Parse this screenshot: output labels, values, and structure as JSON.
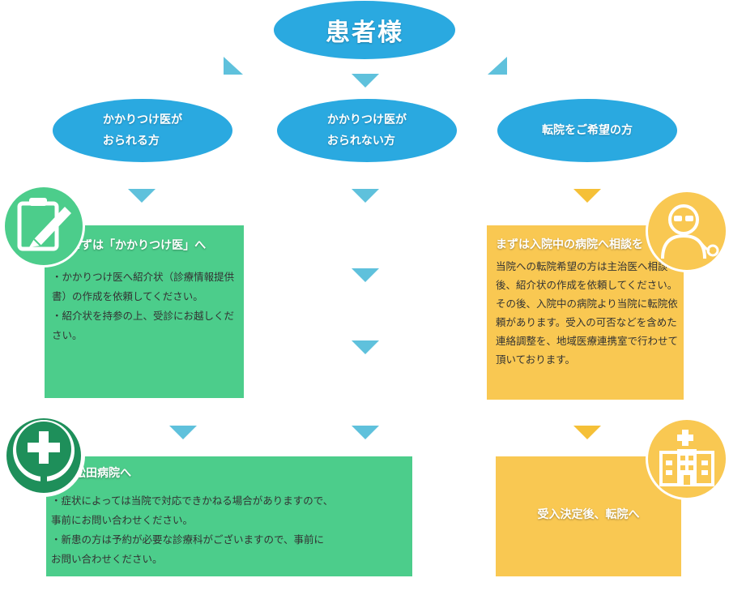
{
  "top": {
    "label": "患者様"
  },
  "branches": {
    "left": {
      "line1": "かかりつけ医が",
      "line2": "おられる方"
    },
    "middle": {
      "line1": "かかりつけ医が",
      "line2": "おられない方"
    },
    "right": {
      "line1": "転院をご希望の方"
    }
  },
  "box_left": {
    "title": "まずは「かかりつけ医」へ",
    "line1": "・かかりつけ医へ紹介状（診療情報提供書）の作成を依頼してください。",
    "line2": "・紹介状を持参の上、受診にお越しください。",
    "icon": "clipboard-pen-icon"
  },
  "box_right": {
    "title": "まずは入院中の病院へ相談を",
    "text": "当院への転院希望の方は主治医へ相談後、紹介状の作成を依頼してください。その後、入院中の病院より当院に転院依頼があります。受入の可否などを含めた連絡調整を、地域医療連携室で行わせて頂いております。",
    "icon": "doctor-icon"
  },
  "box_bottom_left": {
    "title": "松田病院へ",
    "line1": "・症状によっては当院で対応できかねる場合がありますので、",
    "line2": "事前にお問い合わせください。",
    "line3": "・新患の方は予約が必要な診療科がございますので、事前に",
    "line4": "お問い合わせください。",
    "icon": "hospital-tree-icon"
  },
  "box_bottom_right": {
    "title": "受入決定後、転院へ",
    "icon": "hospital-building-icon"
  },
  "colors": {
    "blue": "#2aa9e0",
    "arrow_blue": "#5fc1dc",
    "green": "#4ccd8b",
    "yellow": "#f9c852",
    "arrow_yellow": "#f5c037"
  }
}
